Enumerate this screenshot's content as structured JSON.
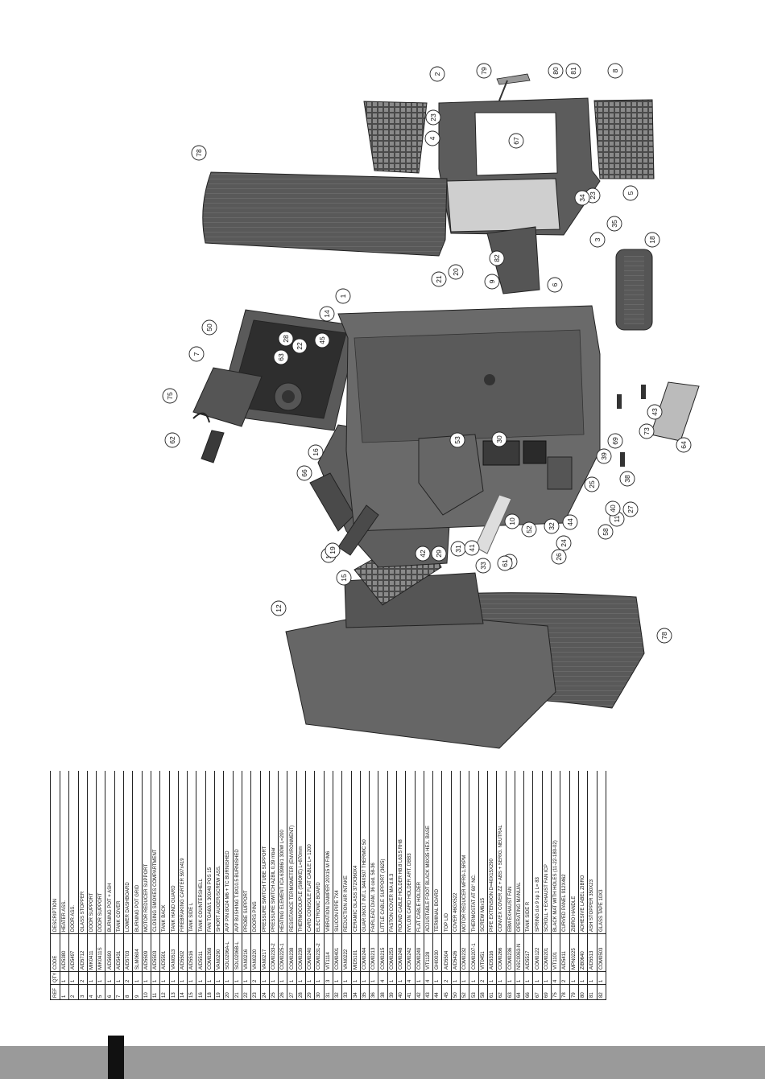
{
  "table": {
    "headers": {
      "ref": "REF",
      "qty": "QTY",
      "code": "CODE",
      "description": "DESCRIPTION"
    },
    "rows": [
      {
        "ref": "1",
        "qty": "1",
        "code": "AID5380",
        "description": "HEATER ASS."
      },
      {
        "ref": "2",
        "qty": "1",
        "code": "AID5497",
        "description": "DOOR ASS."
      },
      {
        "ref": "3",
        "qty": "2",
        "code": "AID5712",
        "description": "GLASS STOPPER"
      },
      {
        "ref": "4",
        "qty": "1",
        "code": "MIK0411",
        "description": "DOOR SUPPORT"
      },
      {
        "ref": "5",
        "qty": "1",
        "code": "MIK0411S",
        "description": "DOOR SUPPORT"
      },
      {
        "ref": "6",
        "qty": "1",
        "code": "AID5690",
        "description": "BURNING POT + ASH"
      },
      {
        "ref": "7",
        "qty": "1",
        "code": "AID5431",
        "description": "TANK COVER"
      },
      {
        "ref": "8",
        "qty": "2",
        "code": "AID5703",
        "description": "LOWER DASHBOARD"
      },
      {
        "ref": "9",
        "qty": "1",
        "code": "SLM0604",
        "description": "BURNING POT GRID"
      },
      {
        "ref": "10",
        "qty": "1",
        "code": "AID5509",
        "description": "MOTOR REDUCER SUPPORT"
      },
      {
        "ref": "11",
        "qty": "1",
        "code": "AID5503",
        "description": "CLOSING SMOKES COMPARTMENT"
      },
      {
        "ref": "12",
        "qty": "1",
        "code": "AID5501",
        "description": "TANK BACK"
      },
      {
        "ref": "13",
        "qty": "1",
        "code": "VAN0513",
        "description": "TANK HAND GUARD"
      },
      {
        "ref": "14",
        "qty": "1",
        "code": "AID5502",
        "description": "FIREBRAKING CARTER 597x419"
      },
      {
        "ref": "15",
        "qty": "1",
        "code": "AID5516",
        "description": "TANK SIDE L"
      },
      {
        "ref": "16",
        "qty": "1",
        "code": "AID5511",
        "description": "TANK COUNTERSHELL"
      },
      {
        "ref": "18",
        "qty": "1",
        "code": "COM0268",
        "description": "FAN TGA60/1 300/40 POS 15"
      },
      {
        "ref": "19",
        "qty": "1",
        "code": "VAN0290",
        "description": "SHORT AUGER/SCREW ASS."
      },
      {
        "ref": "20",
        "qty": "1",
        "code": "SOL0206A-L",
        "description": "AVP PIN 8X24 M6 + TC BURNISHED"
      },
      {
        "ref": "21",
        "qty": "1",
        "code": "SOL0206B-L",
        "description": "AVP BUSHING T.8X10.5 BURNISHED"
      },
      {
        "ref": "22",
        "qty": "1",
        "code": "VAN0216",
        "description": "PROBE SUPPORT"
      },
      {
        "ref": "23",
        "qty": "2",
        "code": "VAN0220",
        "description": "DOORS PINS"
      },
      {
        "ref": "24",
        "qty": "1",
        "code": "VAN0217",
        "description": "PRESSURE SWITCH TUBE SUPPORT"
      },
      {
        "ref": "25",
        "qty": "1",
        "code": "COM0233-2",
        "description": "PRESSURE SWITCH AZBIL 0,39 mbar"
      },
      {
        "ref": "26",
        "qty": "1",
        "code": "COM0225-1",
        "description": "HEATING ELEMENT ICA 63986/1 300W L=200"
      },
      {
        "ref": "27",
        "qty": "1",
        "code": "COM0238",
        "description": "RESISTANCE TERMOMETER (ENVIRONMENT)"
      },
      {
        "ref": "28",
        "qty": "1",
        "code": "COM0239",
        "description": "THERMOCOUPLE (SMOKE) L=870mm"
      },
      {
        "ref": "29",
        "qty": "1",
        "code": "COM0240",
        "description": "CARD CONSOLE FLAT CABLE L= 1200"
      },
      {
        "ref": "30",
        "qty": "1",
        "code": "COM0231-2",
        "description": "ELECTRONIC BOARD"
      },
      {
        "ref": "31",
        "qty": "3",
        "code": "VIT1114",
        "description": "VIBRATION DAMPER 20X15 M F/M6"
      },
      {
        "ref": "32",
        "qty": "1",
        "code": "COM0401",
        "description": "SILICON PIPE 7X4"
      },
      {
        "ref": "33",
        "qty": "1",
        "code": "VAN0222",
        "description": "REDUCTION AIR INTAKE"
      },
      {
        "ref": "34",
        "qty": "1",
        "code": "MID5101",
        "description": "CERAMIC GLASS 372X360X4"
      },
      {
        "ref": "35",
        "qty": "1",
        "code": "COM0244",
        "description": "GUAR.06X17 INT.L 344X507 THERMIC 50"
      },
      {
        "ref": "36",
        "qty": "1",
        "code": "COM0213",
        "description": "FAIRLEAD DIAM. 36 ced. 58-36"
      },
      {
        "ref": "38",
        "qty": "4",
        "code": "COM0215",
        "description": "LITTLE CABLE SUPPORT (3625)"
      },
      {
        "ref": "39",
        "qty": "1",
        "code": "COM0253",
        "description": "FASTON COVER MA d.6.3"
      },
      {
        "ref": "40",
        "qty": "1",
        "code": "COM0248",
        "description": "ROUND CABLE HOLDER H8.8 L63.5 RH8"
      },
      {
        "ref": "41",
        "qty": "4",
        "code": "COM0242",
        "description": "NYLON CARD HOLDER ART. DBB3"
      },
      {
        "ref": "42",
        "qty": "1",
        "code": "COM0249",
        "description": "FLAT CABLE HOLDER"
      },
      {
        "ref": "43",
        "qty": "4",
        "code": "VIT1128",
        "description": "ADJUSTABLE FOOT BLACK M8X35 HEX. BASE"
      },
      {
        "ref": "44",
        "qty": "1",
        "code": "GHI0030",
        "description": "TERMINAL BOARD"
      },
      {
        "ref": "45",
        "qty": "2",
        "code": "AID5504",
        "description": "TOP LID"
      },
      {
        "ref": "50",
        "qty": "1",
        "code": "AID5426",
        "description": "COVER 46GX522"
      },
      {
        "ref": "52",
        "qty": "1",
        "code": "COM0232",
        "description": "MOTOR REDUCER MFR9-1.5RPM"
      },
      {
        "ref": "53",
        "qty": "1",
        "code": "COM0207-1",
        "description": "THERMOSTAT AT 60° NC."
      },
      {
        "ref": "58",
        "qty": "2",
        "code": "VIT0451",
        "description": "SCREW M6x15"
      },
      {
        "ref": "61",
        "qty": "1",
        "code": "AID5316",
        "description": "PIPE EXTENSION D=40X15X290"
      },
      {
        "ref": "62",
        "qty": "1",
        "code": "COM0266",
        "description": "CONVEX COVER ZZ + ABS + SERIG. NEUTRAL"
      },
      {
        "ref": "63",
        "qty": "1",
        "code": "COM0236",
        "description": "EBM EXHAUST FAN"
      },
      {
        "ref": "64",
        "qty": "1",
        "code": "NSC0063-N",
        "description": "OPERATING MANUAL"
      },
      {
        "ref": "66",
        "qty": "1",
        "code": "AID5517",
        "description": "TANK SIDE R"
      },
      {
        "ref": "67",
        "qty": "1",
        "code": "COM0122",
        "description": "SPRING d.e 9 sp 1 L= 83"
      },
      {
        "ref": "69",
        "qty": "1",
        "code": "COM0201",
        "description": "SCROLL + EXHAUST FAN ICP"
      },
      {
        "ref": "75",
        "qty": "4",
        "code": "VIT1101",
        "description": "BLACK MAT WITH HOLES (11-22-180-02)"
      },
      {
        "ref": "78",
        "qty": "2",
        "code": "AID5411",
        "description": "CURVED PANEL 912X462"
      },
      {
        "ref": "79",
        "qty": "1",
        "code": "MPN0225",
        "description": "ZIBRO HANDLE"
      },
      {
        "ref": "80",
        "qty": "1",
        "code": "ZIB0640",
        "description": "ADHESIVE LABEL ZIBRO"
      },
      {
        "ref": "81",
        "qty": "1",
        "code": "AID5513",
        "description": "ASH STOPPER 350X23"
      },
      {
        "ref": "82",
        "qty": "1",
        "code": "COM0503",
        "description": "GLASS TAPE 10X3"
      }
    ]
  },
  "callouts": [
    "1",
    "2",
    "3",
    "4",
    "5",
    "6",
    "7",
    "8",
    "9",
    "10",
    "11",
    "12",
    "13",
    "15",
    "16",
    "18",
    "19",
    "20",
    "21",
    "22",
    "23",
    "23",
    "24",
    "25",
    "26",
    "27",
    "28",
    "29",
    "30",
    "31",
    "32",
    "33",
    "34",
    "35",
    "36",
    "38",
    "39",
    "40",
    "41",
    "42",
    "43",
    "44",
    "45",
    "50",
    "52",
    "53",
    "58",
    "61",
    "62",
    "63",
    "64",
    "66",
    "67",
    "69",
    "73",
    "75",
    "78",
    "78",
    "79",
    "80",
    "81",
    "82",
    "14"
  ],
  "colors": {
    "panel": "#5a5a5a",
    "panel_dark": "#3d3d3d",
    "bar": "#9a9a9a",
    "tab": "#111111"
  }
}
